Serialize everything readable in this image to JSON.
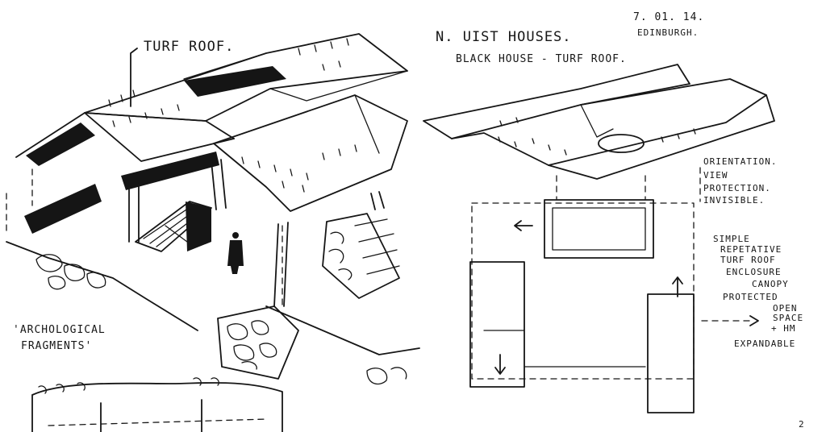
{
  "left_sketch": {
    "turf_roof_label": "TURF ROOF.",
    "fragments_label_line1": "'ARCHOLOGICAL",
    "fragments_label_line2": "FRAGMENTS'"
  },
  "right_sketch": {
    "title": "N. UIST HOUSES.",
    "subtitle": "BLACK HOUSE - TURF ROOF.",
    "date": "7. 01. 14.",
    "place": "EDINBURGH.",
    "concept_notes": [
      "ORIENTATION.",
      "VIEW",
      "PROTECTION.",
      "INVISIBLE."
    ],
    "design_notes": {
      "point1": [
        "SIMPLE",
        "REPETATIVE",
        "TURF ROOF",
        "ENCLOSURE",
        "CANOPY"
      ],
      "point2": [
        "PROTECTED",
        "OPEN",
        "SPACE",
        "+ HM"
      ],
      "point3": "EXPANDABLE"
    },
    "page_number": "2"
  }
}
